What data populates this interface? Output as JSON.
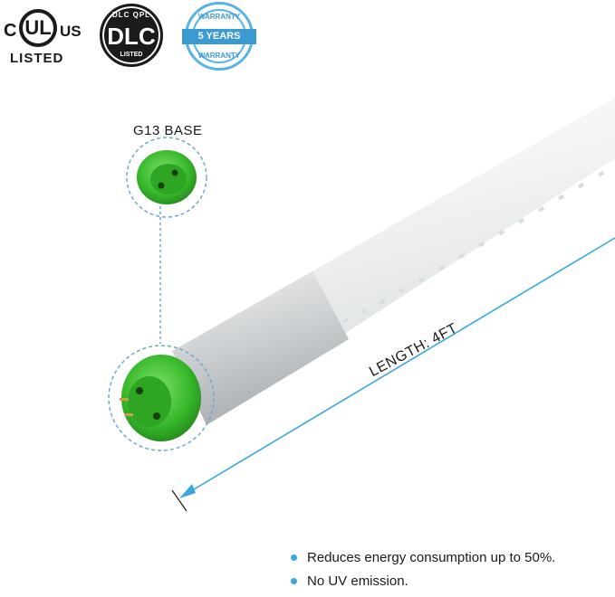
{
  "badges": {
    "ul": {
      "c": "C",
      "mark": "UL",
      "us": "US",
      "listed": "LISTED"
    },
    "dlc": {
      "top": "DLC QPL",
      "main": "DLC",
      "bottom": "LISTED"
    },
    "warranty": {
      "top": "WARRANTY",
      "ribbon": "5 YEARS",
      "bottom": "WARRANTY"
    }
  },
  "labels": {
    "base": "G13 BASE",
    "length": "LENGTH: 4FT"
  },
  "features": [
    "Reduces energy consumption up to 50%.",
    "No UV emission."
  ],
  "colors": {
    "accent_blue": "#3aa7e0",
    "end_cap_green": "#3cc12c",
    "tube_frost": "#f4f6f7"
  }
}
